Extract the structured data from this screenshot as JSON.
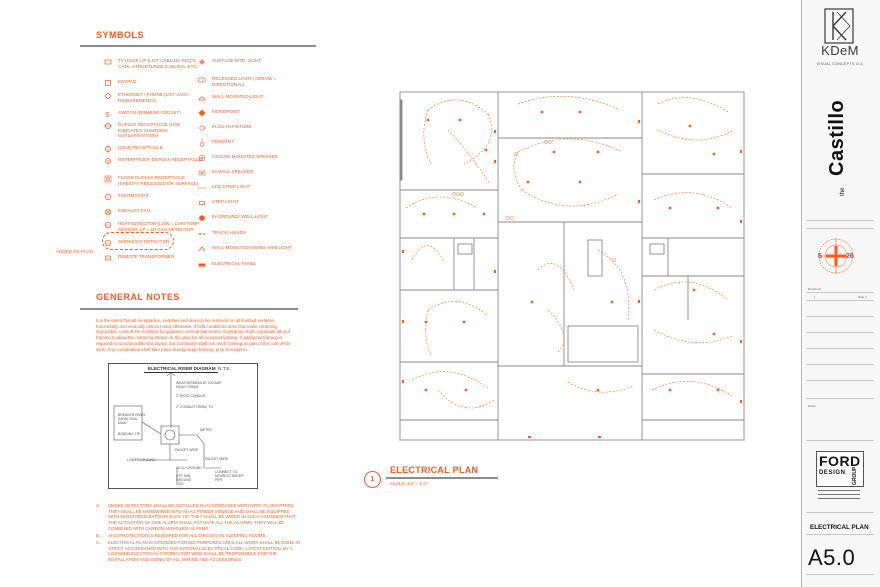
{
  "symbols": {
    "title": "SYMBOLS",
    "left": [
      {
        "icon": "tv-hookup-icon",
        "label": "TV HOOK-UP (LIST CABLING REQ'D, CAT6, STRUCTURED CABLING, ETC."
      },
      {
        "icon": "keypad-icon",
        "label": "KEYPAD"
      },
      {
        "icon": "ethernet-icon",
        "label": "ETHERNET / PHONE (LIST JACK REQUIREMENTS)"
      },
      {
        "icon": "switch-icon",
        "label": "SWITCH (DIMMING CIRCUIT)"
      },
      {
        "icon": "duplex-usb-icon",
        "label": "DUPLEX RECEPTACLE (USB INDICATES CHARGING OUTLET/STATION)"
      },
      {
        "icon": "quad-receptacle-icon",
        "label": "QUAD RECEPTACLE"
      },
      {
        "icon": "waterproof-duplex-icon",
        "label": "WATERPROOF DUPLEX RECEPTACLE"
      },
      {
        "icon": "floor-duplex-icon",
        "label": "FLOOR DUPLEX RECEPTACLE (SPECIFY RECESSED OR SURFACE)"
      },
      {
        "icon": "thermostat-icon",
        "label": "THERMOSTAT"
      },
      {
        "icon": "exhaust-fan-icon",
        "label": "EXHAUST FAN"
      },
      {
        "icon": "heat-detector-icon",
        "label": "HEAT DETECTOR (LOW = LOW TEMP SENSOR, LP = LP GAS DETECTOR"
      },
      {
        "icon": "smoke-co-detector-icon",
        "label": "SMOKE/CO DETECTOR"
      },
      {
        "icon": "remote-transformer-icon",
        "label": "REMOTE TRANSFORMER"
      }
    ],
    "right": [
      {
        "icon": "surface-light-icon",
        "label": "SURFACE MTD. LIGHT"
      },
      {
        "icon": "recessed-light-icon",
        "label": "RECESSED LIGHT (ARROW = DIRECTIONAL)"
      },
      {
        "icon": "wall-light-icon",
        "label": "WALL MOUNTED LIGHT"
      },
      {
        "icon": "monopoint-icon",
        "label": "MONOPOINT"
      },
      {
        "icon": "plugin-fixture-icon",
        "label": "PLUG-IN FIXTURE"
      },
      {
        "icon": "pendant-icon",
        "label": "PENDANT"
      },
      {
        "icon": "ceiling-speaker-icon",
        "label": "CEILING MOUNTED SPEAKER"
      },
      {
        "icon": "in-wall-speaker-icon",
        "label": "IN-WALL SPEAKER"
      },
      {
        "icon": "led-strip-icon",
        "label": "LED STRIP LIGHT"
      },
      {
        "icon": "step-light-icon",
        "label": "STEP LIGHT"
      },
      {
        "icon": "in-ground-light-icon",
        "label": "IN-GROUND/ WELL LIGHT"
      },
      {
        "icon": "track-heads-icon",
        "label": "TRACK/ HEADS"
      },
      {
        "icon": "wall-swing-arm-icon",
        "label": "WALL MOUNTED SWING-ARM LIGHT"
      },
      {
        "icon": "electrical-panel-icon",
        "label": "ELECTRICAL PANEL"
      }
    ],
    "added_note": "ADDED TO PLAN"
  },
  "general_notes": {
    "title": "GENERAL NOTES",
    "paragraph": "It is the intent that all receptacles, switches and devices be centered on all finished surfaces, horizontally and vertically unless noted otherwise. If field conditions arise that make centering impossible, consult the Architect for guidance on final placement. Contractor shall coordinate all roof framing to allow the centering shown on this plan for all recessed lighting. If additional framing is required to accommodate this layout, the Contractor shall not. such framing as part of the cost of the work. Any coordination shall take place during rough framing, prior to rough-in.",
    "numbered": [
      {
        "n": "A.",
        "text": "SMOKE DETECTORS SHALL BE INSTALLED IN ACCORDANCE WITH NFPA 72, CHAPTER2. THEY SHALL BE HARDWIRED INTO AN AC POWER SOURCE AND SHALL BE EQUIPPED WITH MONITORED BATTERY BACK-UP. THEY SHALL BE WIRED IN SUCH A MANNER THAT THE ACTIVATION OF ONE ALARM SHALL ACTIVATE ALL THE ALARMS. THEY WILL BE COMBINED WITH CARBON MONOXIDE ALARMS."
      },
      {
        "n": "B.",
        "text": "AFCI PROTECTION IS REQUIRED FOR ALL CIRCUITS IN SLEEPING ROOMS."
      },
      {
        "n": "C.",
        "text": "ELECTRICAL PLAN IS INTENDED FOR BID PURPOSES ONLY. ALL WORK SHALL BE DONE IN STRICT ACCORDANCE WITH THE NATIONAL ELECTRICAL CODE, LATEST EDITION, BY A LICENSED ELECTRICAL CONTRACTOR WHO SHALL BE RESPONSIBLE FOR THE INSTALLATION AND SIZING OF ALL WIRING AND ACCESSORIES."
      }
    ]
  },
  "riser": {
    "title": "ELECTRICAL RISER DIAGRAM",
    "scale": "N.T.S.",
    "labels": [
      "WEATHERHEAD AT 100 AMP, HEAVY DRAW",
      "2\" RIGID CONDUIT",
      "2\" CONDUIT DRAW, TO",
      "METER",
      "BREAKER PANEL (NEW) 200A MAIN",
      "BONDING TIE",
      "LOWER GROUND",
      "FAUCET WIRE",
      "FAUCET WIRE",
      "#6 CU GROUND",
      "6 FT MIN. GROUND ROD",
      "CONNECT TO NEAREST WATER PIPE"
    ]
  },
  "plan": {
    "number": "1",
    "title": "ELECTRICAL PLAN",
    "scale": "SCALE:  1/4\" = 1'-0\""
  },
  "title_block": {
    "firm": "KDeM",
    "firm_sub": "VISUAL CONCEPTS LLC",
    "project_the": "the",
    "project_name": "Castillo",
    "compass_left": "5",
    "compass_right": "26",
    "revision_label": "Revisions",
    "revision_num": "1",
    "revision_date": "Date 1",
    "notes_label": "Notes",
    "designer_line1": "FORD",
    "designer_line2": "DESIGN",
    "designer_line3": "GROUP",
    "sheet_title": "ELECTRICAL PLAN",
    "sheet_number": "A5.0"
  },
  "colors": {
    "accent": "#ff5a1f",
    "rule": "#8c8c8c",
    "wall": "#8a8a8a"
  }
}
